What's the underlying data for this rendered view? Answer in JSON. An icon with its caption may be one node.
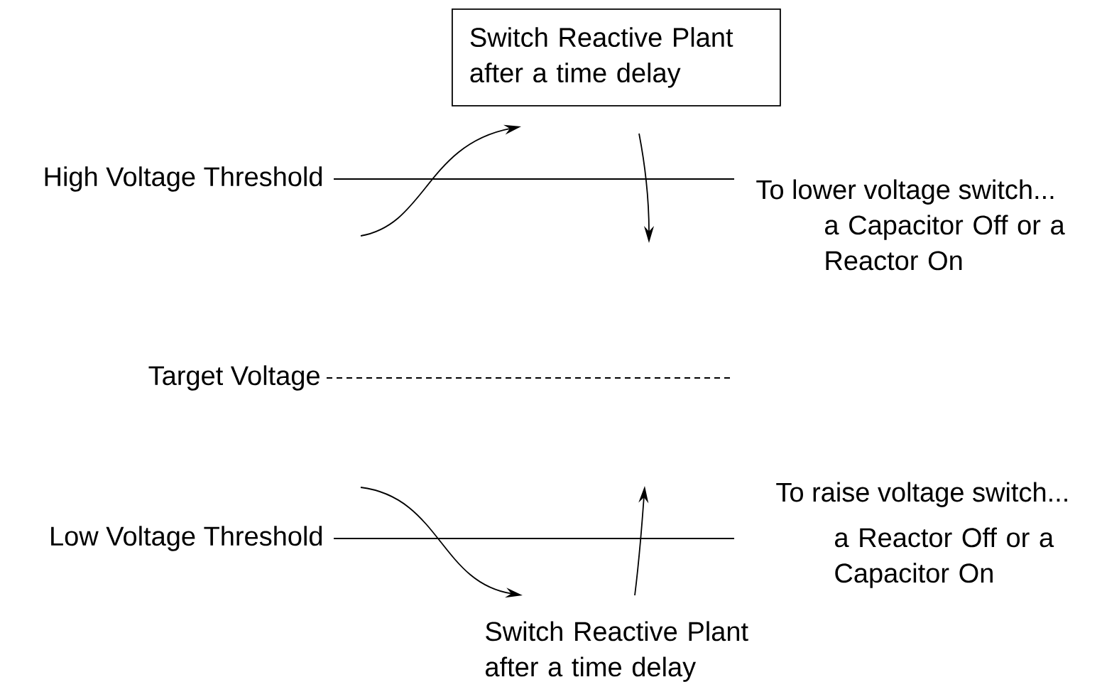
{
  "diagram": {
    "nodes": [
      {
        "text": [
          "Switch Reactive Plant after a time delay"
        ]
      }
    ],
    "labels": [
      "High Voltage Threshold",
      "To lower voltage switch...",
      "a Capacitor Off or a Reactor On",
      "Target Voltage",
      "To raise voltage switch...",
      "Low Voltage Threshold",
      "a Reactor Off or a Capacitor On",
      "Switch Reactive Plant after a time delay"
    ]
  }
}
